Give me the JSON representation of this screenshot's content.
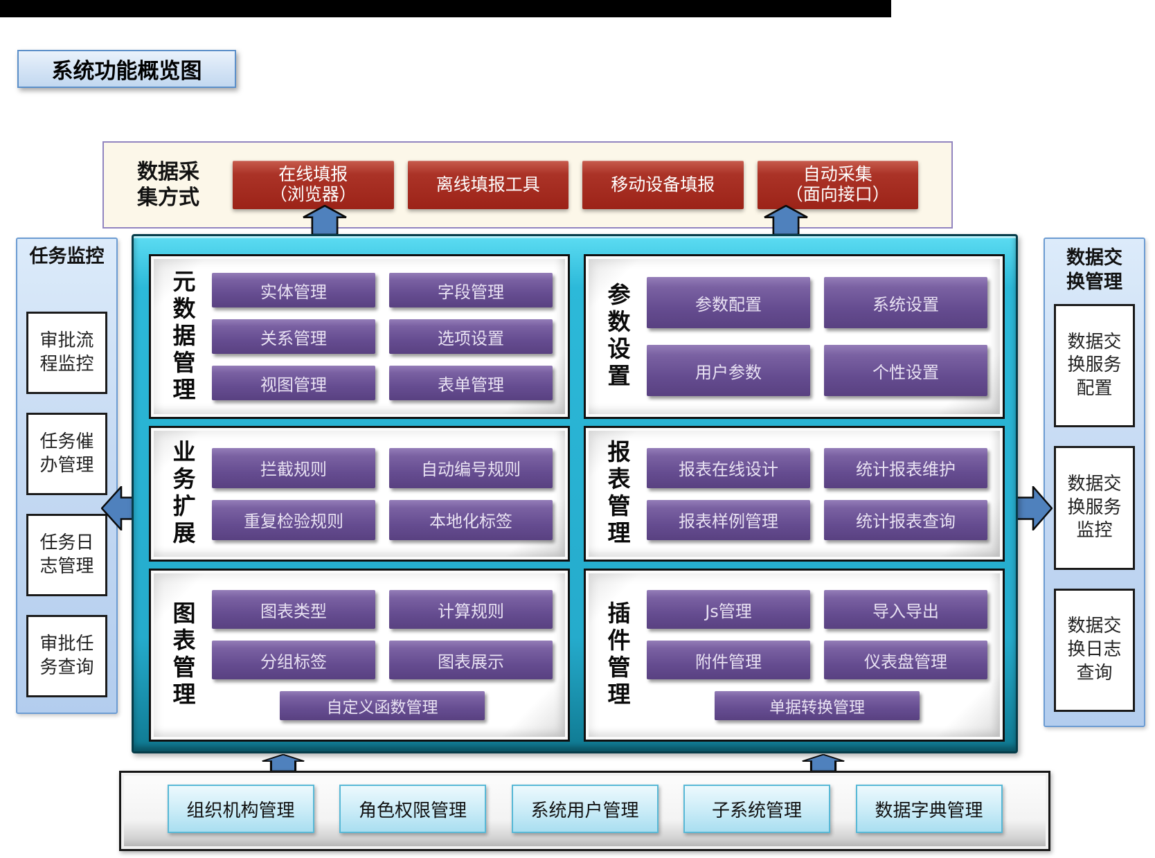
{
  "header": {
    "title": "系统功能概览图"
  },
  "collection": {
    "label": "数据采\n集方式",
    "buttons": [
      "在线填报\n（浏览器）",
      "离线填报工具",
      "移动设备填报",
      "自动采集\n（面向接口）"
    ]
  },
  "left_sidebar": {
    "title": "任务监控",
    "items": [
      "审批流\n程监控",
      "任务催\n办管理",
      "任务日\n志管理",
      "审批任\n务查询"
    ]
  },
  "right_sidebar": {
    "title": "数据交\n换管理",
    "items": [
      "数据交\n换服务\n配置",
      "数据交\n换服务\n监控",
      "数据交\n换日志\n查询"
    ]
  },
  "center": {
    "panels": [
      {
        "title": "元数据管理",
        "buttons": [
          "实体管理",
          "字段管理",
          "关系管理",
          "选项设置",
          "视图管理",
          "表单管理"
        ]
      },
      {
        "title": "参数设置",
        "buttons": [
          "参数配置",
          "系统设置",
          "用户参数",
          "个性设置"
        ]
      },
      {
        "title": "业务扩展",
        "buttons": [
          "拦截规则",
          "自动编号规则",
          "重复检验规则",
          "本地化标签"
        ]
      },
      {
        "title": "报表管理",
        "buttons": [
          "报表在线设计",
          "统计报表维护",
          "报表样例管理",
          "统计报表查询"
        ]
      },
      {
        "title": "图表管理",
        "buttons": [
          "图表类型",
          "计算规则",
          "分组标签",
          "图表展示"
        ],
        "wide": "自定义函数管理"
      },
      {
        "title": "插件管理",
        "buttons": [
          "Js管理",
          "导入导出",
          "附件管理",
          "仪表盘管理"
        ],
        "wide": "单据转换管理"
      }
    ]
  },
  "bottom": {
    "buttons": [
      "组织机构管理",
      "角色权限管理",
      "系统用户管理",
      "子系统管理",
      "数据字典管理"
    ]
  },
  "colors": {
    "title_box_fill": "#d3e3f5",
    "title_box_border": "#5b8fc9",
    "collection_fill": "#fcf7e9",
    "collection_border": "#9184bf",
    "red_button": "#a52f23",
    "teal_frame": "#25abcc",
    "purple_button": "#654c90",
    "sidebar_fill": "#c6daf3",
    "sidebar_border": "#6b9bd2",
    "cyan_button_fill": "#cdedf8",
    "cyan_button_border": "#57b8d6",
    "arrow_blue": "#4f81bd"
  }
}
